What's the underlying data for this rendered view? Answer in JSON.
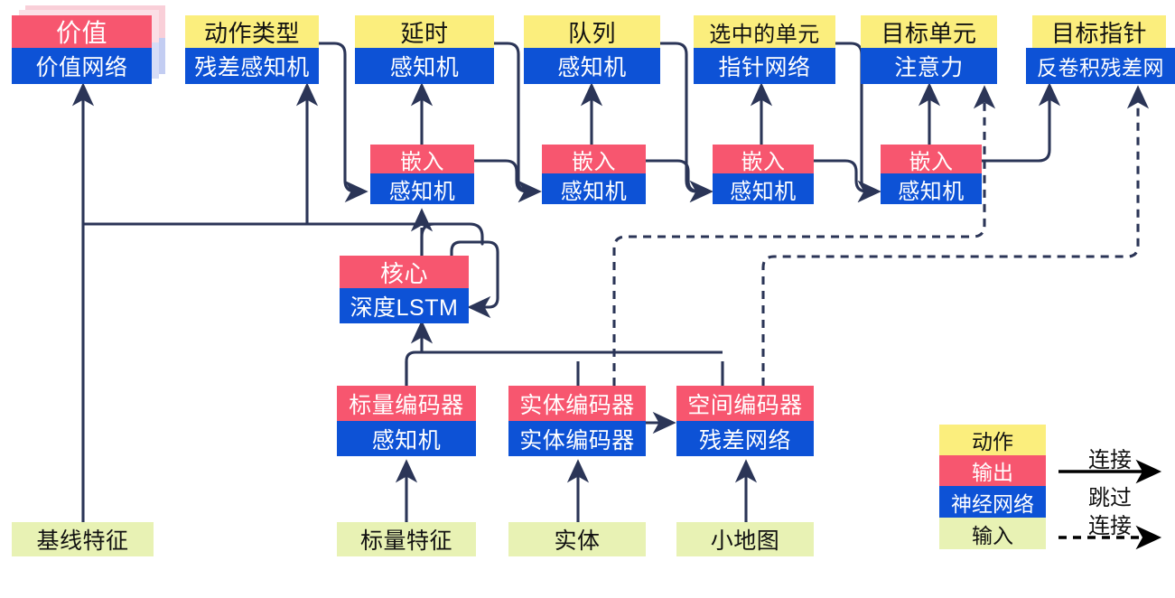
{
  "title": "AlphaStar-style agent architecture diagram",
  "colors": {
    "action": "#fbee7d",
    "output": "#f7566f",
    "neural_network": "#0d52d6",
    "input": "#e8f2b4",
    "wire": "#2b3557",
    "text_light": "#ffffff",
    "text_dark": "#111111"
  },
  "nodes": {
    "value": {
      "action": "",
      "output": "价值",
      "nn": "价值网络",
      "stacked": true
    },
    "action_type": {
      "action": "动作类型",
      "nn": "残差感知机"
    },
    "delay": {
      "action": "延时",
      "nn": "感知机"
    },
    "queue": {
      "action": "队列",
      "nn": "感知机"
    },
    "selected_units": {
      "action": "选中的单元",
      "nn": "指针网络"
    },
    "target_unit": {
      "action": "目标单元",
      "nn": "注意力"
    },
    "target_point": {
      "action": "目标指针",
      "nn": "反卷积残差网"
    },
    "embed1": {
      "output": "嵌入",
      "nn": "感知机"
    },
    "embed2": {
      "output": "嵌入",
      "nn": "感知机"
    },
    "embed3": {
      "output": "嵌入",
      "nn": "感知机"
    },
    "embed4": {
      "output": "嵌入",
      "nn": "感知机"
    },
    "core": {
      "output": "核心",
      "nn": "深度LSTM"
    },
    "scalar_encoder": {
      "output": "标量编码器",
      "nn": "感知机"
    },
    "entity_encoder": {
      "output": "实体编码器",
      "nn": "实体编码器"
    },
    "spatial_encoder": {
      "output": "空间编码器",
      "nn": "残差网络"
    },
    "baseline_features": {
      "input": "基线特征"
    },
    "scalar_features": {
      "input": "标量特征"
    },
    "entities": {
      "input": "实体"
    },
    "minimap": {
      "input": "小地图"
    }
  },
  "legend": {
    "swatches": [
      {
        "key": "action",
        "label": "动作"
      },
      {
        "key": "output",
        "label": "输出"
      },
      {
        "key": "nn",
        "label": "神经网络"
      },
      {
        "key": "input",
        "label": "输入"
      }
    ],
    "connect_label": "连接",
    "skip_label_line1": "跳过",
    "skip_label_line2": "连接"
  }
}
